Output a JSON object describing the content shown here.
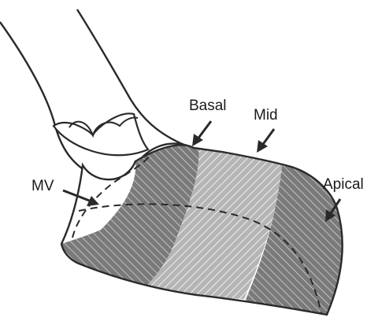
{
  "labels": {
    "basal": "Basal",
    "mid": "Mid",
    "apical": "Apical",
    "mv": "MV"
  },
  "colors": {
    "outline": "#2a2a2a",
    "segment_dark_fill": "#7a7a7a",
    "segment_light_fill": "#b9b9b9",
    "hatch_line": "#ffffff",
    "arrow": "#2a2a2a",
    "background": "#ffffff"
  },
  "icons": {
    "arrow": "arrow-down-left-icon"
  }
}
